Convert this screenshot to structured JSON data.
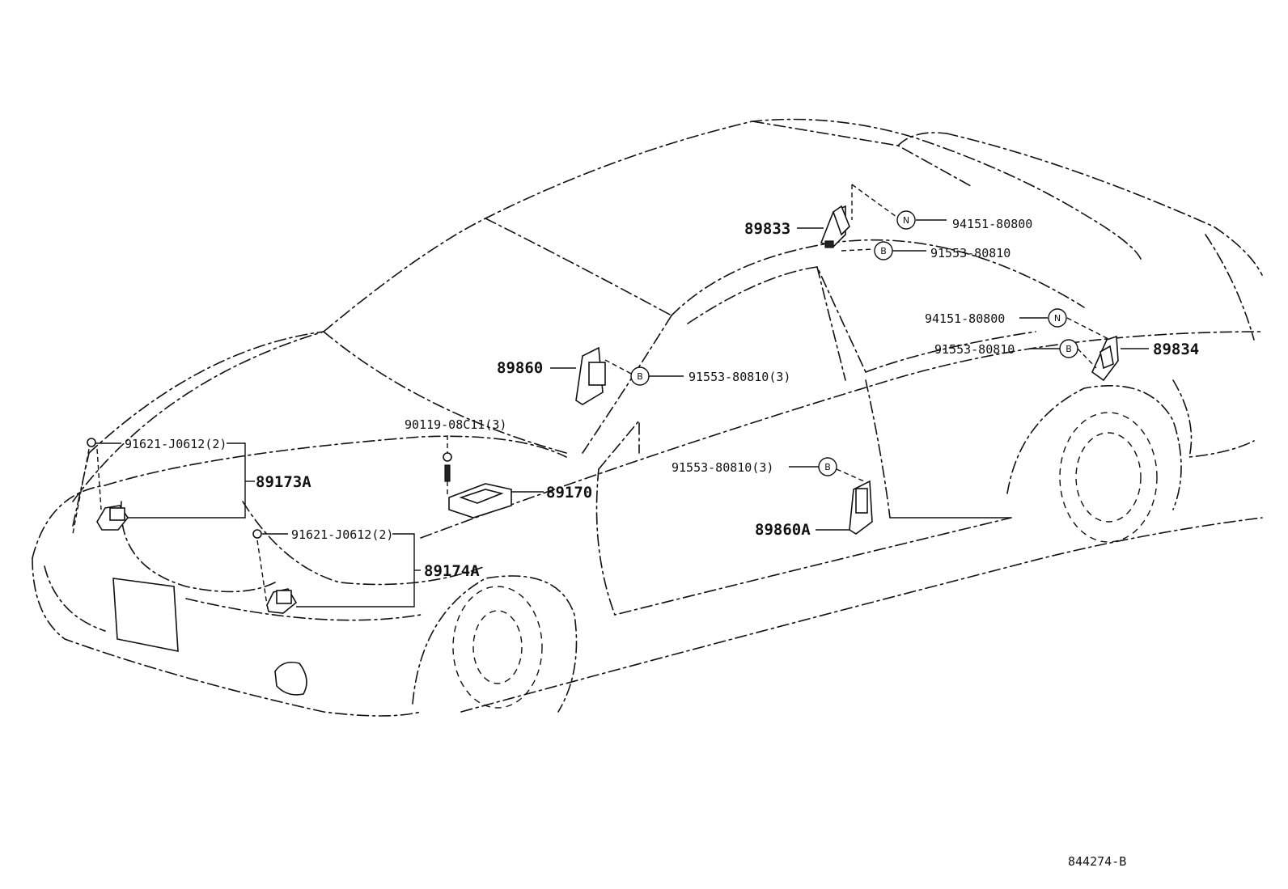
{
  "parts": {
    "p89833": "89833",
    "p89834": "89834",
    "p89860": "89860",
    "p89860A": "89860A",
    "p89170": "89170",
    "p89173A": "89173A",
    "p89174A": "89174A"
  },
  "fasteners": {
    "nut_upper": "94151-80800",
    "bolt_upper": "91553-80810",
    "nut_rear": "94151-80800",
    "bolt_rear": "91553-80810",
    "bolt_89860": "91553-80810(3)",
    "bolt_89860A": "91553-80810(3)",
    "bolt_89170": "90119-08C11(3)",
    "screw_89173A": "91621-J0612(2)",
    "screw_89174A": "91621-J0612(2)"
  },
  "symbols": {
    "nut": "N",
    "bolt": "B"
  },
  "diagram_code": "844274-B"
}
